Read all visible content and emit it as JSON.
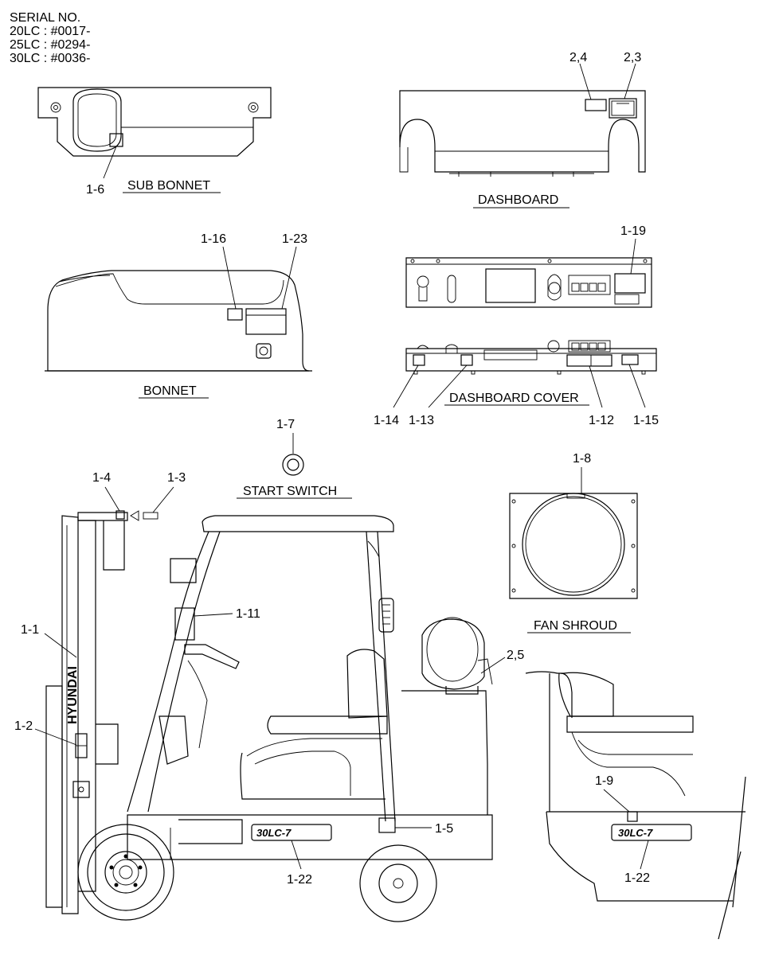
{
  "serial": {
    "heading": "SERIAL NO.",
    "lines": [
      "20LC : #0017-",
      "25LC : #0294-",
      "30LC : #0036-"
    ]
  },
  "titles": {
    "sub_bonnet": "SUB BONNET",
    "dashboard": "DASHBOARD",
    "bonnet": "BONNET",
    "dashboard_cover": "DASHBOARD COVER",
    "start_switch": "START SWITCH",
    "fan_shroud": "FAN SHROUD"
  },
  "callouts": {
    "c1_6": "1-6",
    "c2_4": "2,4",
    "c2_3": "2,3",
    "c1_16": "1-16",
    "c1_23": "1-23",
    "c1_19": "1-19",
    "c1_14": "1-14",
    "c1_13": "1-13",
    "c1_12": "1-12",
    "c1_15": "1-15",
    "c1_7": "1-7",
    "c1_8": "1-8",
    "c1_4": "1-4",
    "c1_3": "1-3",
    "c1_11": "1-11",
    "c1_1": "1-1",
    "c1_2": "1-2",
    "c2_5": "2,5",
    "c1_5": "1-5",
    "c1_22a": "1-22",
    "c1_9": "1-9",
    "c1_22b": "1-22"
  },
  "decals": {
    "mast_brand": "HYUNDAI",
    "model_badge": "30LC-7"
  }
}
